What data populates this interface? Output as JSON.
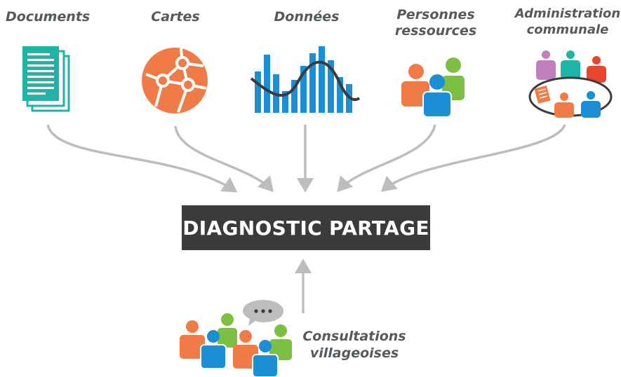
{
  "sources": {
    "documents": "Documents",
    "cartes": "Cartes",
    "donnees": "Données",
    "personnes_line1": "Personnes",
    "personnes_line2": "ressources",
    "admin_line1": "Administration",
    "admin_line2": "communale"
  },
  "center": {
    "title": "DIAGNOSTIC PARTAGE"
  },
  "consultations": {
    "line1": "Consultations",
    "line2": "villageoises"
  },
  "colors": {
    "teal": "#1fb5a6",
    "orange": "#f07b47",
    "blue": "#1b8fd6",
    "green": "#7cbf43",
    "purple": "#c17ec0",
    "red": "#e8452f",
    "dark": "#3a3b3c",
    "arrow": "#bdbdbd",
    "text": "#555a5e"
  },
  "icons": {
    "documents": "documents-icon",
    "cartes": "network-map-icon",
    "donnees": "bar-chart-wave-icon",
    "personnes": "people-group-icon",
    "admin": "meeting-table-icon",
    "consultations": "crowd-speech-icon"
  }
}
